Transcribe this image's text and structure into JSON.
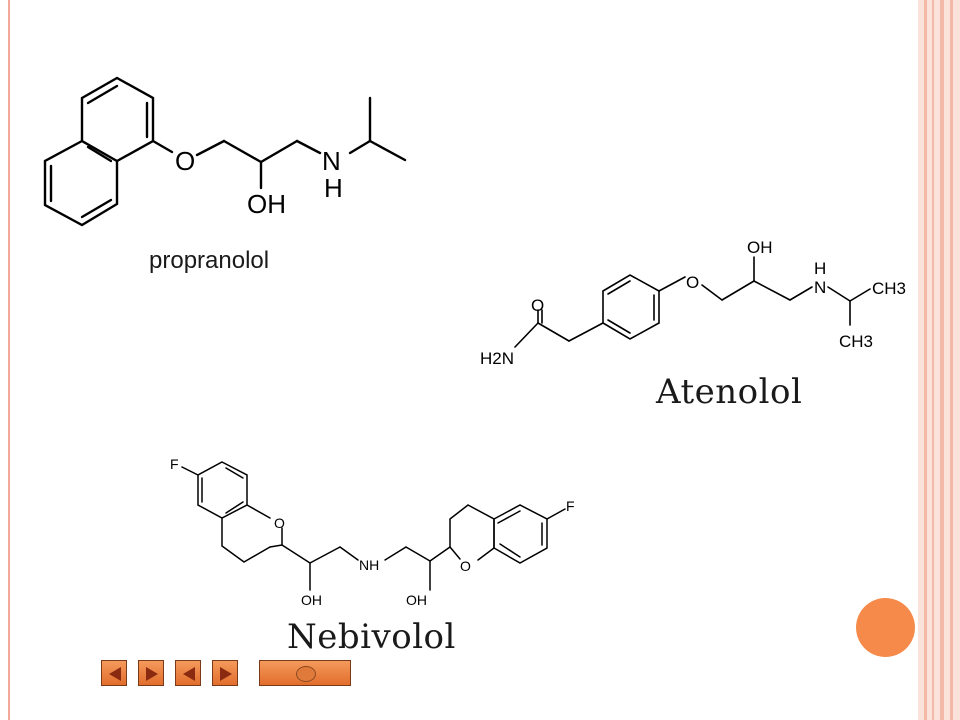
{
  "slide": {
    "molecules": {
      "propranolol": {
        "caption": "propranolol",
        "atoms": {
          "oxygen": "O",
          "nitrogen": "N",
          "hydrogen": "H",
          "hydroxyl": "OH"
        }
      },
      "atenolol": {
        "caption": "Atenolol",
        "atoms": {
          "carbonyl_oxygen": "O",
          "amide": "H2N",
          "ether_oxygen": "O",
          "hydroxyl": "OH",
          "amine_h": "H",
          "amine_n": "N",
          "methyl_1": "CH3",
          "methyl_2": "CH3"
        }
      },
      "nebivolol": {
        "caption": "Nebivolol",
        "atoms": {
          "fluorine_left": "F",
          "ring_oxygen_left": "O",
          "hydroxyl_left": "OH",
          "amine": "NH",
          "hydroxyl_right": "OH",
          "ring_oxygen_right": "O",
          "fluorine_right": "F"
        }
      }
    }
  },
  "colors": {
    "accent_circle": "#f58a4a",
    "border": "#f2a99a",
    "nav_button": "#ee8444"
  },
  "navigation": {
    "buttons": [
      {
        "icon": "first-slide-icon"
      },
      {
        "icon": "next-slide-icon"
      },
      {
        "icon": "previous-slide-icon"
      },
      {
        "icon": "last-slide-icon"
      }
    ],
    "slider": {
      "icon": "slider-thumb-icon"
    }
  }
}
